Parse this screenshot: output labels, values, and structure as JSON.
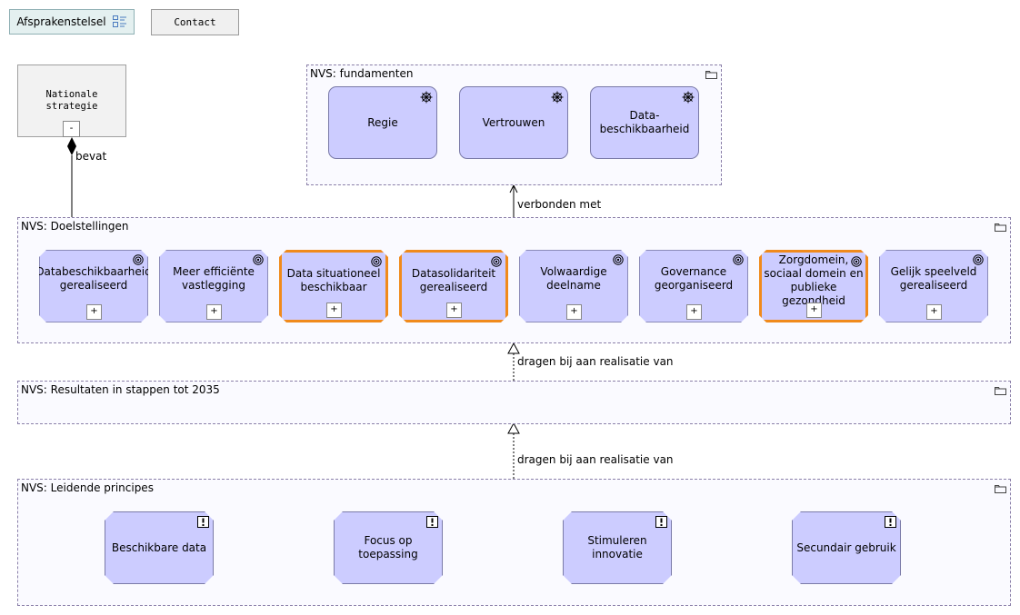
{
  "toolbar": {
    "afsprakenstelsel": "Afsprakenstelsel",
    "contact": "Contact"
  },
  "strategy": {
    "title_line1": "Nationale",
    "title_line2": "strategie",
    "collapse": "-"
  },
  "relations": {
    "contains": "bevat",
    "connected": "verbonden met",
    "contributes_1": "dragen bij aan realisatie van",
    "contributes_2": "dragen bij aan realisatie van"
  },
  "groups": {
    "fundamenten": {
      "label": "NVS: fundamenten",
      "items": [
        "Regie",
        "Vertrouwen",
        "Data-\nbeschikbaarheid"
      ]
    },
    "doelstellingen": {
      "label": "NVS: Doelstellingen",
      "items": [
        {
          "label": "Databeschikbaarheid gerealiseerd",
          "expand": "+",
          "highlighted": false
        },
        {
          "label": "Meer efficiënte vastlegging",
          "expand": "+",
          "highlighted": false
        },
        {
          "label": "Data situationeel beschikbaar",
          "expand": "+",
          "highlighted": true
        },
        {
          "label": "Datasolidariteit gerealiseerd",
          "expand": "+",
          "highlighted": true
        },
        {
          "label": "Volwaardige deelname",
          "expand": "+",
          "highlighted": false
        },
        {
          "label": "Governance georganiseerd",
          "expand": "+",
          "highlighted": false
        },
        {
          "label": "Zorgdomein, sociaal domein en publieke gezondheid",
          "expand": "+",
          "highlighted": true
        },
        {
          "label": "Gelijk speelveld gerealiseerd",
          "expand": "+",
          "highlighted": false
        }
      ]
    },
    "resultaten": {
      "label": "NVS: Resultaten in stappen tot 2035"
    },
    "principes": {
      "label": "NVS: Leidende principes",
      "items": [
        "Beschikbare data",
        "Focus op toepassing",
        "Stimuleren innovatie",
        "Secundair gebruik"
      ]
    }
  },
  "colors": {
    "element_fill": "#ccccff",
    "highlight": "#f08a1c",
    "group_border": "#8a7fa8"
  }
}
